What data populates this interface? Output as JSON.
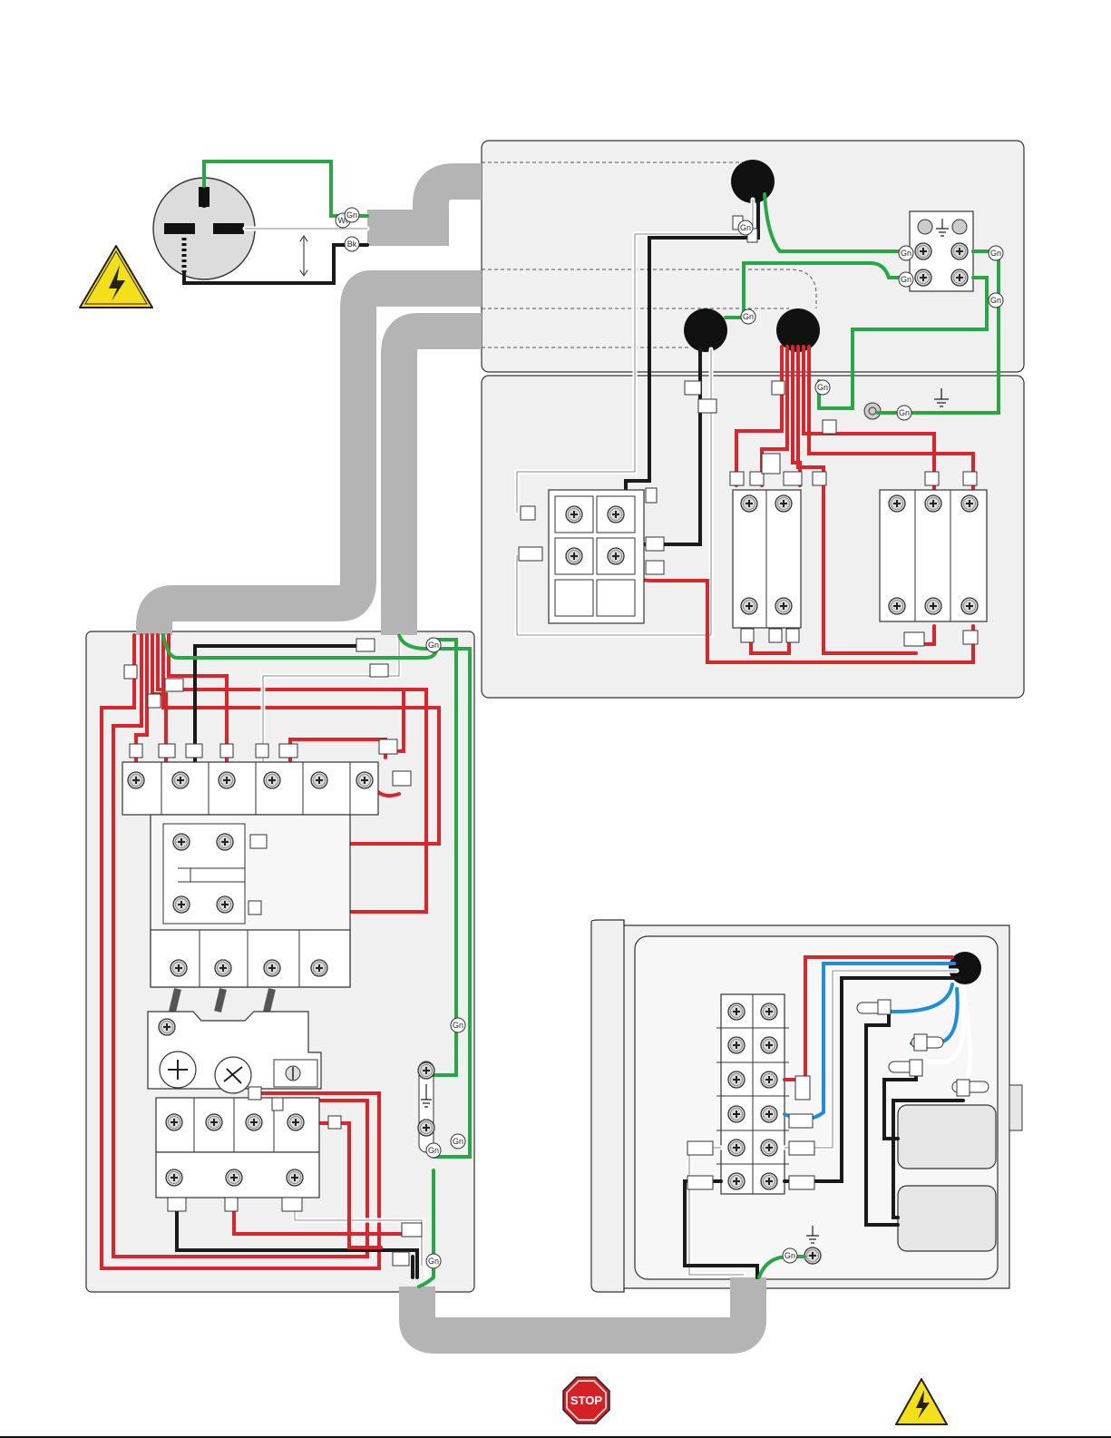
{
  "wire_labels": {
    "ground": "Gn",
    "white": "Wt",
    "black": "Bk"
  },
  "stop_sign": {
    "text": "STOP"
  },
  "colors": {
    "hot_red": "#d9262c",
    "neutral_white": "#ffffff",
    "black": "#1a1a1a",
    "ground_green": "#27a844",
    "blue": "#1e8fd6",
    "conduit_gray": "#b4b4b4",
    "panel_fill": "#f0f0f0",
    "warning_yellow": "#f4e01a",
    "stop_red": "#d42027"
  },
  "icons": [
    "warning-electrical-icon",
    "stop-sign-icon",
    "ground-symbol-icon",
    "terminal-screw-icon"
  ]
}
